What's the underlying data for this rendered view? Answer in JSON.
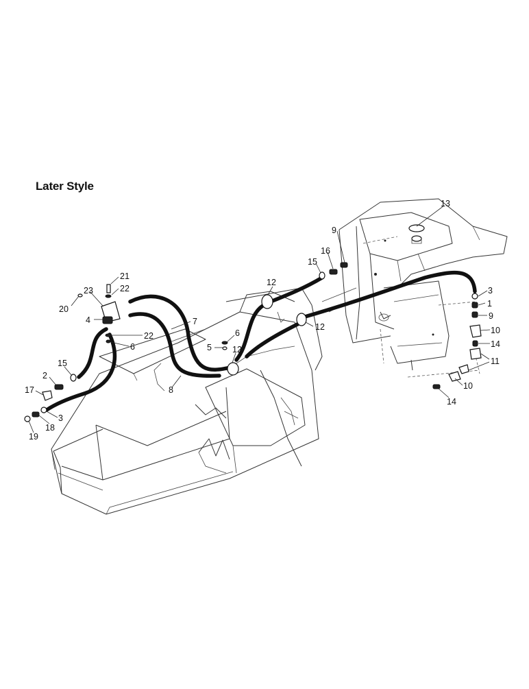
{
  "diagram": {
    "title": "Later Style",
    "callouts": [
      {
        "id": "c13",
        "text": "13"
      },
      {
        "id": "c9a",
        "text": "9"
      },
      {
        "id": "c16",
        "text": "16"
      },
      {
        "id": "c15a",
        "text": "15"
      },
      {
        "id": "c12a",
        "text": "12"
      },
      {
        "id": "c12b",
        "text": "12"
      },
      {
        "id": "c12c",
        "text": "12"
      },
      {
        "id": "c21",
        "text": "21"
      },
      {
        "id": "c22a",
        "text": "22"
      },
      {
        "id": "c23",
        "text": "23"
      },
      {
        "id": "c20",
        "text": "20"
      },
      {
        "id": "c4",
        "text": "4"
      },
      {
        "id": "c7",
        "text": "7"
      },
      {
        "id": "c22b",
        "text": "22"
      },
      {
        "id": "c6a",
        "text": "6"
      },
      {
        "id": "c6b",
        "text": "6"
      },
      {
        "id": "c5",
        "text": "5"
      },
      {
        "id": "c15b",
        "text": "15"
      },
      {
        "id": "c2",
        "text": "2"
      },
      {
        "id": "c17",
        "text": "17"
      },
      {
        "id": "c8",
        "text": "8"
      },
      {
        "id": "c3a",
        "text": "3"
      },
      {
        "id": "c18",
        "text": "18"
      },
      {
        "id": "c19",
        "text": "19"
      },
      {
        "id": "c3b",
        "text": "3"
      },
      {
        "id": "c1",
        "text": "1"
      },
      {
        "id": "c9b",
        "text": "9"
      },
      {
        "id": "c10a",
        "text": "10"
      },
      {
        "id": "c14a",
        "text": "14"
      },
      {
        "id": "c11",
        "text": "11"
      },
      {
        "id": "c10b",
        "text": "10"
      },
      {
        "id": "c14b",
        "text": "14"
      }
    ]
  }
}
